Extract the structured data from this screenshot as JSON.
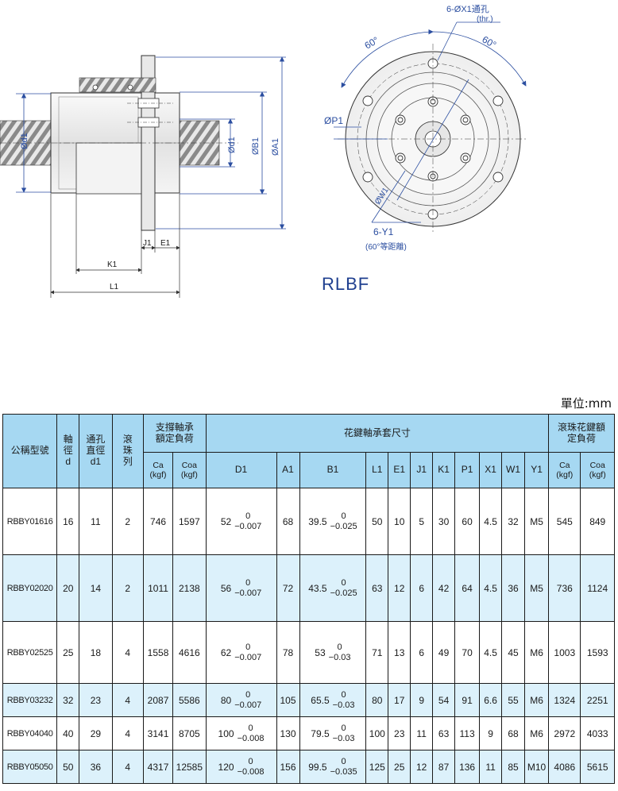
{
  "drawing": {
    "side_labels": {
      "d1": "Ød1",
      "d1b": "Ød1",
      "b1": "ØB1",
      "a1": "ØA1",
      "j1": "J1",
      "e1": "E1",
      "k1": "K1",
      "l1": "L1"
    },
    "front_labels": {
      "holes": "6-ØX1通孔",
      "thr": "(thr.)",
      "angle_left": "60°",
      "angle_right": "60°",
      "p1": "ØP1",
      "w1": "ØW1",
      "y1": "6-Y1",
      "y1_note": "(60°等距離)"
    },
    "model": "RLBF"
  },
  "unit": "單位:mm",
  "colors": {
    "header_bg": "#a6d8f2",
    "row_alt_bg": "#dcf1fb",
    "line_blue": "#2b4ea0"
  },
  "table": {
    "header": {
      "model": "公稱型號",
      "shaft": "軸徑",
      "shaft_d": "d",
      "hole": "通孔直徑",
      "hole_d1": "d1",
      "rows": "滾珠列",
      "support": "支撐軸承額定負荷",
      "ca": "Ca",
      "coa": "Coa",
      "kgf": "(kgf)",
      "dims": "花鍵軸承套尺寸",
      "spline": "滾珠花鍵額定負荷",
      "cols": [
        "D1",
        "A1",
        "B1",
        "L1",
        "E1",
        "J1",
        "K1",
        "P1",
        "X1",
        "W1",
        "Y1"
      ]
    },
    "rows": [
      {
        "model": "RBBY01616",
        "d": "16",
        "d1": "11",
        "rows": "2",
        "ca": "746",
        "coa": "1597",
        "D1": "52",
        "D1_up": "0",
        "D1_lo": "−0.007",
        "A1": "68",
        "B1": "39.5",
        "B1_up": "0",
        "B1_lo": "−0.025",
        "L1": "50",
        "E1": "10",
        "J1": "5",
        "K1": "30",
        "P1": "60",
        "X1": "4.5",
        "W1": "32",
        "Y1": "M5",
        "ca2": "545",
        "coa2": "849"
      },
      {
        "model": "RBBY02020",
        "d": "20",
        "d1": "14",
        "rows": "2",
        "ca": "1011",
        "coa": "2138",
        "D1": "56",
        "D1_up": "0",
        "D1_lo": "−0.007",
        "A1": "72",
        "B1": "43.5",
        "B1_up": "0",
        "B1_lo": "−0.025",
        "L1": "63",
        "E1": "12",
        "J1": "6",
        "K1": "42",
        "P1": "64",
        "X1": "4.5",
        "W1": "36",
        "Y1": "M5",
        "ca2": "736",
        "coa2": "1124"
      },
      {
        "model": "RBBY02525",
        "d": "25",
        "d1": "18",
        "rows": "4",
        "ca": "1558",
        "coa": "4616",
        "D1": "62",
        "D1_up": "0",
        "D1_lo": "−0.007",
        "A1": "78",
        "B1": "53",
        "B1_up": "0",
        "B1_lo": "−0.03",
        "L1": "71",
        "E1": "13",
        "J1": "6",
        "K1": "49",
        "P1": "70",
        "X1": "4.5",
        "W1": "45",
        "Y1": "M6",
        "ca2": "1003",
        "coa2": "1593"
      },
      {
        "model": "RBBY03232",
        "d": "32",
        "d1": "23",
        "rows": "4",
        "ca": "2087",
        "coa": "5586",
        "D1": "80",
        "D1_up": "0",
        "D1_lo": "−0.007",
        "A1": "105",
        "B1": "65.5",
        "B1_up": "0",
        "B1_lo": "−0.03",
        "L1": "80",
        "E1": "17",
        "J1": "9",
        "K1": "54",
        "P1": "91",
        "X1": "6.6",
        "W1": "55",
        "Y1": "M6",
        "ca2": "1324",
        "coa2": "2251"
      },
      {
        "model": "RBBY04040",
        "d": "40",
        "d1": "29",
        "rows": "4",
        "ca": "3141",
        "coa": "8705",
        "D1": "100",
        "D1_up": "0",
        "D1_lo": "−0.008",
        "A1": "130",
        "B1": "79.5",
        "B1_up": "0",
        "B1_lo": "−0.03",
        "L1": "100",
        "E1": "23",
        "J1": "11",
        "K1": "63",
        "P1": "113",
        "X1": "9",
        "W1": "68",
        "Y1": "M6",
        "ca2": "2972",
        "coa2": "4033"
      },
      {
        "model": "RBBY05050",
        "d": "50",
        "d1": "36",
        "rows": "4",
        "ca": "4317",
        "coa": "12585",
        "D1": "120",
        "D1_up": "0",
        "D1_lo": "−0.008",
        "A1": "156",
        "B1": "99.5",
        "B1_up": "0",
        "B1_lo": "−0.035",
        "L1": "125",
        "E1": "25",
        "J1": "12",
        "K1": "87",
        "P1": "136",
        "X1": "11",
        "W1": "85",
        "Y1": "M10",
        "ca2": "4086",
        "coa2": "5615"
      }
    ]
  }
}
